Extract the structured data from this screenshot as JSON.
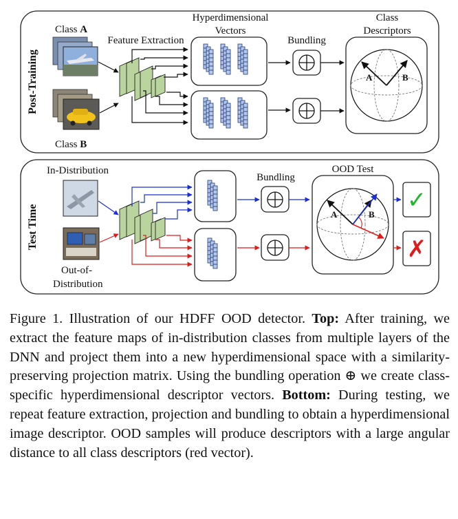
{
  "top_panel": {
    "side_label": "Post-Training",
    "class_a_prefix": "Class ",
    "class_a_letter": "A",
    "class_b_prefix": "Class ",
    "class_b_letter": "B",
    "feature_extraction": "Feature Extraction",
    "hd_vectors_line1": "Hyperdimensional",
    "hd_vectors_line2": "Vectors",
    "bundling": "Bundling",
    "class_desc_line1": "Class",
    "class_desc_line2": "Descriptors",
    "sphere_label_a": "A",
    "sphere_label_b": "B"
  },
  "bottom_panel": {
    "side_label": "Test Time",
    "in_distribution": "In-Distribution",
    "ood_line1": "Out-of-",
    "ood_line2": "Distribution",
    "bundling": "Bundling",
    "ood_test": "OOD Test",
    "sphere_label_a": "A",
    "sphere_label_b": "B",
    "accept_mark": "✓",
    "reject_mark": "✗"
  },
  "colors": {
    "in_distribution": "#1a2fd6",
    "out_of_distribution": "#e01b1b",
    "check_green": "#22b62a",
    "feature_map_green": "#b9d49c",
    "hd_vector_blue": "#b4c8ea"
  },
  "caption": {
    "figure_label": "Figure 1.",
    "part1": "Illustration of our HDFF OOD detector.",
    "top_label": "Top:",
    "part2": "After training, we extract the feature maps of in-distribution classes from multiple layers of the DNN and project them into a new hyperdimensional space with a similarity-preserving projection matrix. Using the bundling operation ⊕ we create class-specific hyperdimensional descriptor vectors.",
    "bottom_label": "Bottom:",
    "part3": "During testing, we repeat feature extraction, projection and bundling to obtain a hyperdimensional image descriptor. OOD samples will produce descriptors with a large angular distance to all class descriptors (red vector)."
  }
}
